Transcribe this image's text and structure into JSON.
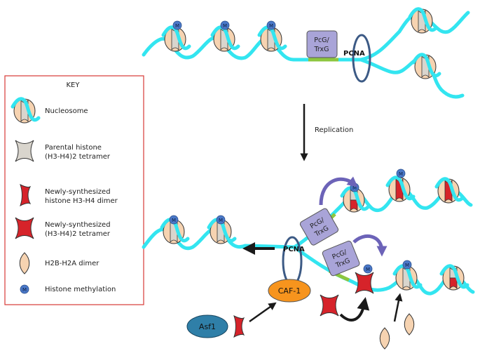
{
  "key": {
    "title": "KEY",
    "items": [
      {
        "label_lines": [
          "Nucleosome"
        ]
      },
      {
        "label_lines": [
          "Parental histone",
          "(H3-H4)2 tetramer"
        ]
      },
      {
        "label_lines": [
          "Newly-synthesized",
          "histone H3-H4 dimer"
        ]
      },
      {
        "label_lines": [
          "Newly-synthesized",
          "(H3-H4)2 tetramer"
        ]
      },
      {
        "label_lines": [
          "H2B-H2A dimer"
        ]
      },
      {
        "label_lines": [
          "Histone methylation"
        ]
      }
    ]
  },
  "labels": {
    "methyl_mark": "M",
    "pcg_line1": "PcG/",
    "pcg_line2": "TrxG",
    "pcna": "PCNA",
    "replication": "Replication",
    "caf1": "CAF-1",
    "asf1": "Asf1"
  },
  "colors": {
    "dna": "#33e5f0",
    "dna_outline": "#2a8fa0",
    "nucleosome_fill": "#f6d3b1",
    "parental_histone": "#d9d5cd",
    "new_histone": "#d6232a",
    "methyl": "#4a78c8",
    "pcg_box": "#a9a4d8",
    "pcna_ring": "#3c5a85",
    "green_segment": "#8dc63f",
    "caf1": "#f7941d",
    "asf1": "#2f7fa8",
    "key_border": "#d73a36",
    "curved_arrow": "#6c63b8"
  }
}
